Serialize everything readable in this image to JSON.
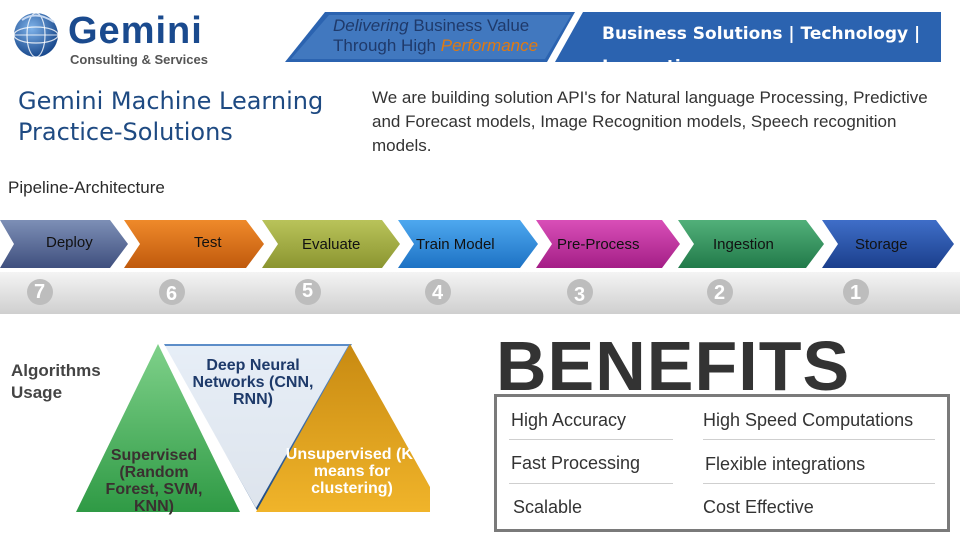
{
  "header": {
    "logo": {
      "name": "Gemini",
      "subtitle": "Consulting & Services"
    },
    "tagline": {
      "part1": "Delivering",
      "part2": " Business Value Through High",
      "part3": "Performance"
    },
    "nav": "Business Solutions  |  Technology  |  Innovation"
  },
  "title": "Gemini Machine Learning Practice-Solutions",
  "intro": "We are building solution API's for Natural language Processing, Predictive and Forecast models, Image Recognition models, Speech recognition models.",
  "pipeline": {
    "title": "Pipeline-Architecture",
    "stages": [
      {
        "label": "Deploy",
        "number": "7"
      },
      {
        "label": "Test",
        "number": "6"
      },
      {
        "label": "Evaluate",
        "number": "5"
      },
      {
        "label": "Train Model",
        "number": "4"
      },
      {
        "label": "Pre-Process",
        "number": "3"
      },
      {
        "label": "Ingestion",
        "number": "2"
      },
      {
        "label": "Storage",
        "number": "1"
      }
    ]
  },
  "algorithms": {
    "title": "Algorithms Usage",
    "deep": "Deep Neural Networks (CNN, RNN)",
    "supervised": "Supervised (Random Forest, SVM, KNN)",
    "unsupervised": "Unsupervised (K-means for clustering)"
  },
  "benefits": {
    "title": "BENEFITS",
    "items": [
      "High Accuracy",
      "High Speed Computations",
      "Fast Processing",
      "Flexible integrations",
      "Scalable",
      "Cost Effective"
    ]
  },
  "colors": {
    "brand_blue": "#1a4a8e",
    "banner_blue": "#2b63b0",
    "accent_orange": "#e07a12",
    "triangle_green": "#4cb85a",
    "triangle_blue": "#2d5f9a",
    "triangle_gold": "#e3a21c"
  }
}
